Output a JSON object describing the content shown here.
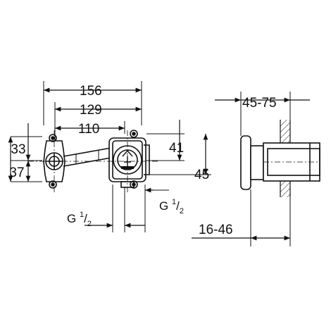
{
  "dimensions": {
    "width_overall": "156",
    "width_mid": "129",
    "width_inner": "110",
    "height_upper": "33",
    "height_lower": "37",
    "height_right_upper": "41",
    "height_right_lower": "45",
    "depth_range": "45-75",
    "mount_range": "16-46"
  },
  "threads": {
    "bottom_left": {
      "prefix": "G ",
      "numerator": "1",
      "denominator": "2"
    },
    "bottom_right": {
      "prefix": "G ",
      "numerator": "1",
      "denominator": "2"
    }
  }
}
